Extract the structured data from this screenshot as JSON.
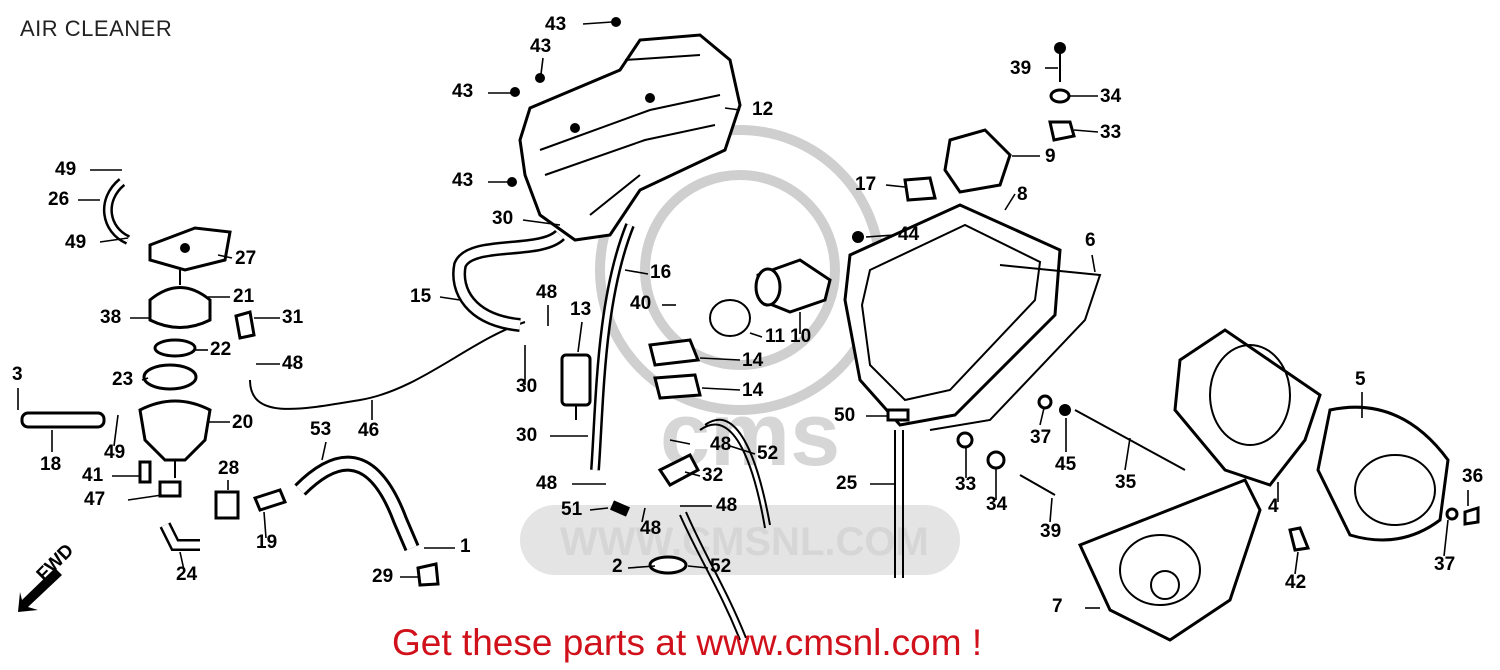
{
  "title": "AIR CLEANER",
  "footer": "Get these parts at www.cmsnl.com !",
  "watermark": {
    "brand": "cms",
    "url": "WWW.CMSNL.COM"
  },
  "fwd_label": "FWD",
  "callouts": [
    "43",
    "43",
    "43",
    "43",
    "12",
    "49",
    "26",
    "49",
    "27",
    "21",
    "38",
    "31",
    "22",
    "48",
    "23",
    "3",
    "20",
    "18",
    "49",
    "41",
    "47",
    "28",
    "24",
    "19",
    "53",
    "46",
    "29",
    "1",
    "30",
    "15",
    "16",
    "48",
    "13",
    "30",
    "30",
    "40",
    "11",
    "10",
    "14",
    "14",
    "48",
    "52",
    "32",
    "48",
    "51",
    "48",
    "48",
    "2",
    "52",
    "50",
    "25",
    "17",
    "44",
    "9",
    "8",
    "6",
    "39",
    "34",
    "33",
    "37",
    "45",
    "33",
    "34",
    "39",
    "35",
    "5",
    "4",
    "36",
    "37",
    "42",
    "7"
  ],
  "colors": {
    "footer": "#d0101a",
    "ink": "#000000",
    "watermark": "#cfcfcf"
  }
}
